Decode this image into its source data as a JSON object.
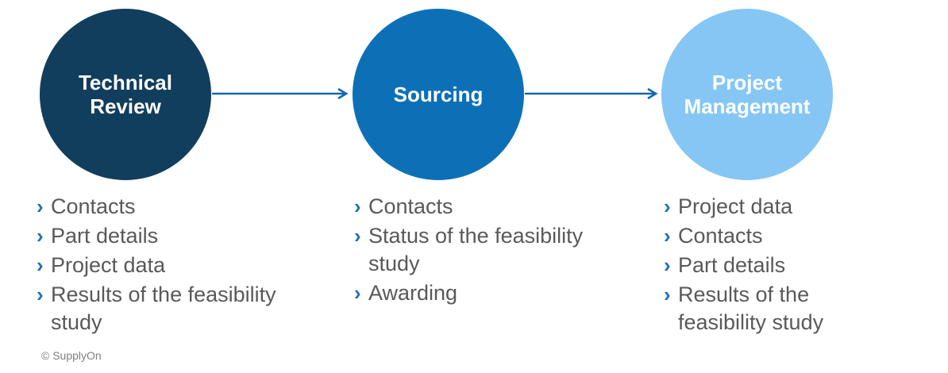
{
  "diagram": {
    "bullet_glyph": "›",
    "stages": [
      {
        "title": "Technical Review",
        "items": [
          "Contacts",
          "Part details",
          "Project data",
          "Results of the feasibility study"
        ]
      },
      {
        "title": "Sourcing",
        "items": [
          "Contacts",
          "Status of the feasibility study",
          "Awarding"
        ]
      },
      {
        "title": "Project Management",
        "items": [
          "Project data",
          "Contacts",
          "Part details",
          "Results of the feasibility study"
        ]
      }
    ]
  },
  "footer": {
    "copyright": "© SupplyOn"
  },
  "colors": {
    "circle_technical": "#123e5d",
    "circle_sourcing": "#0d70b7",
    "circle_project": "#85c6f4",
    "arrow_color": "#1268af",
    "bullet_color": "#1d70b7",
    "list_text": "#595959",
    "footer_text": "#7f7f7f"
  }
}
